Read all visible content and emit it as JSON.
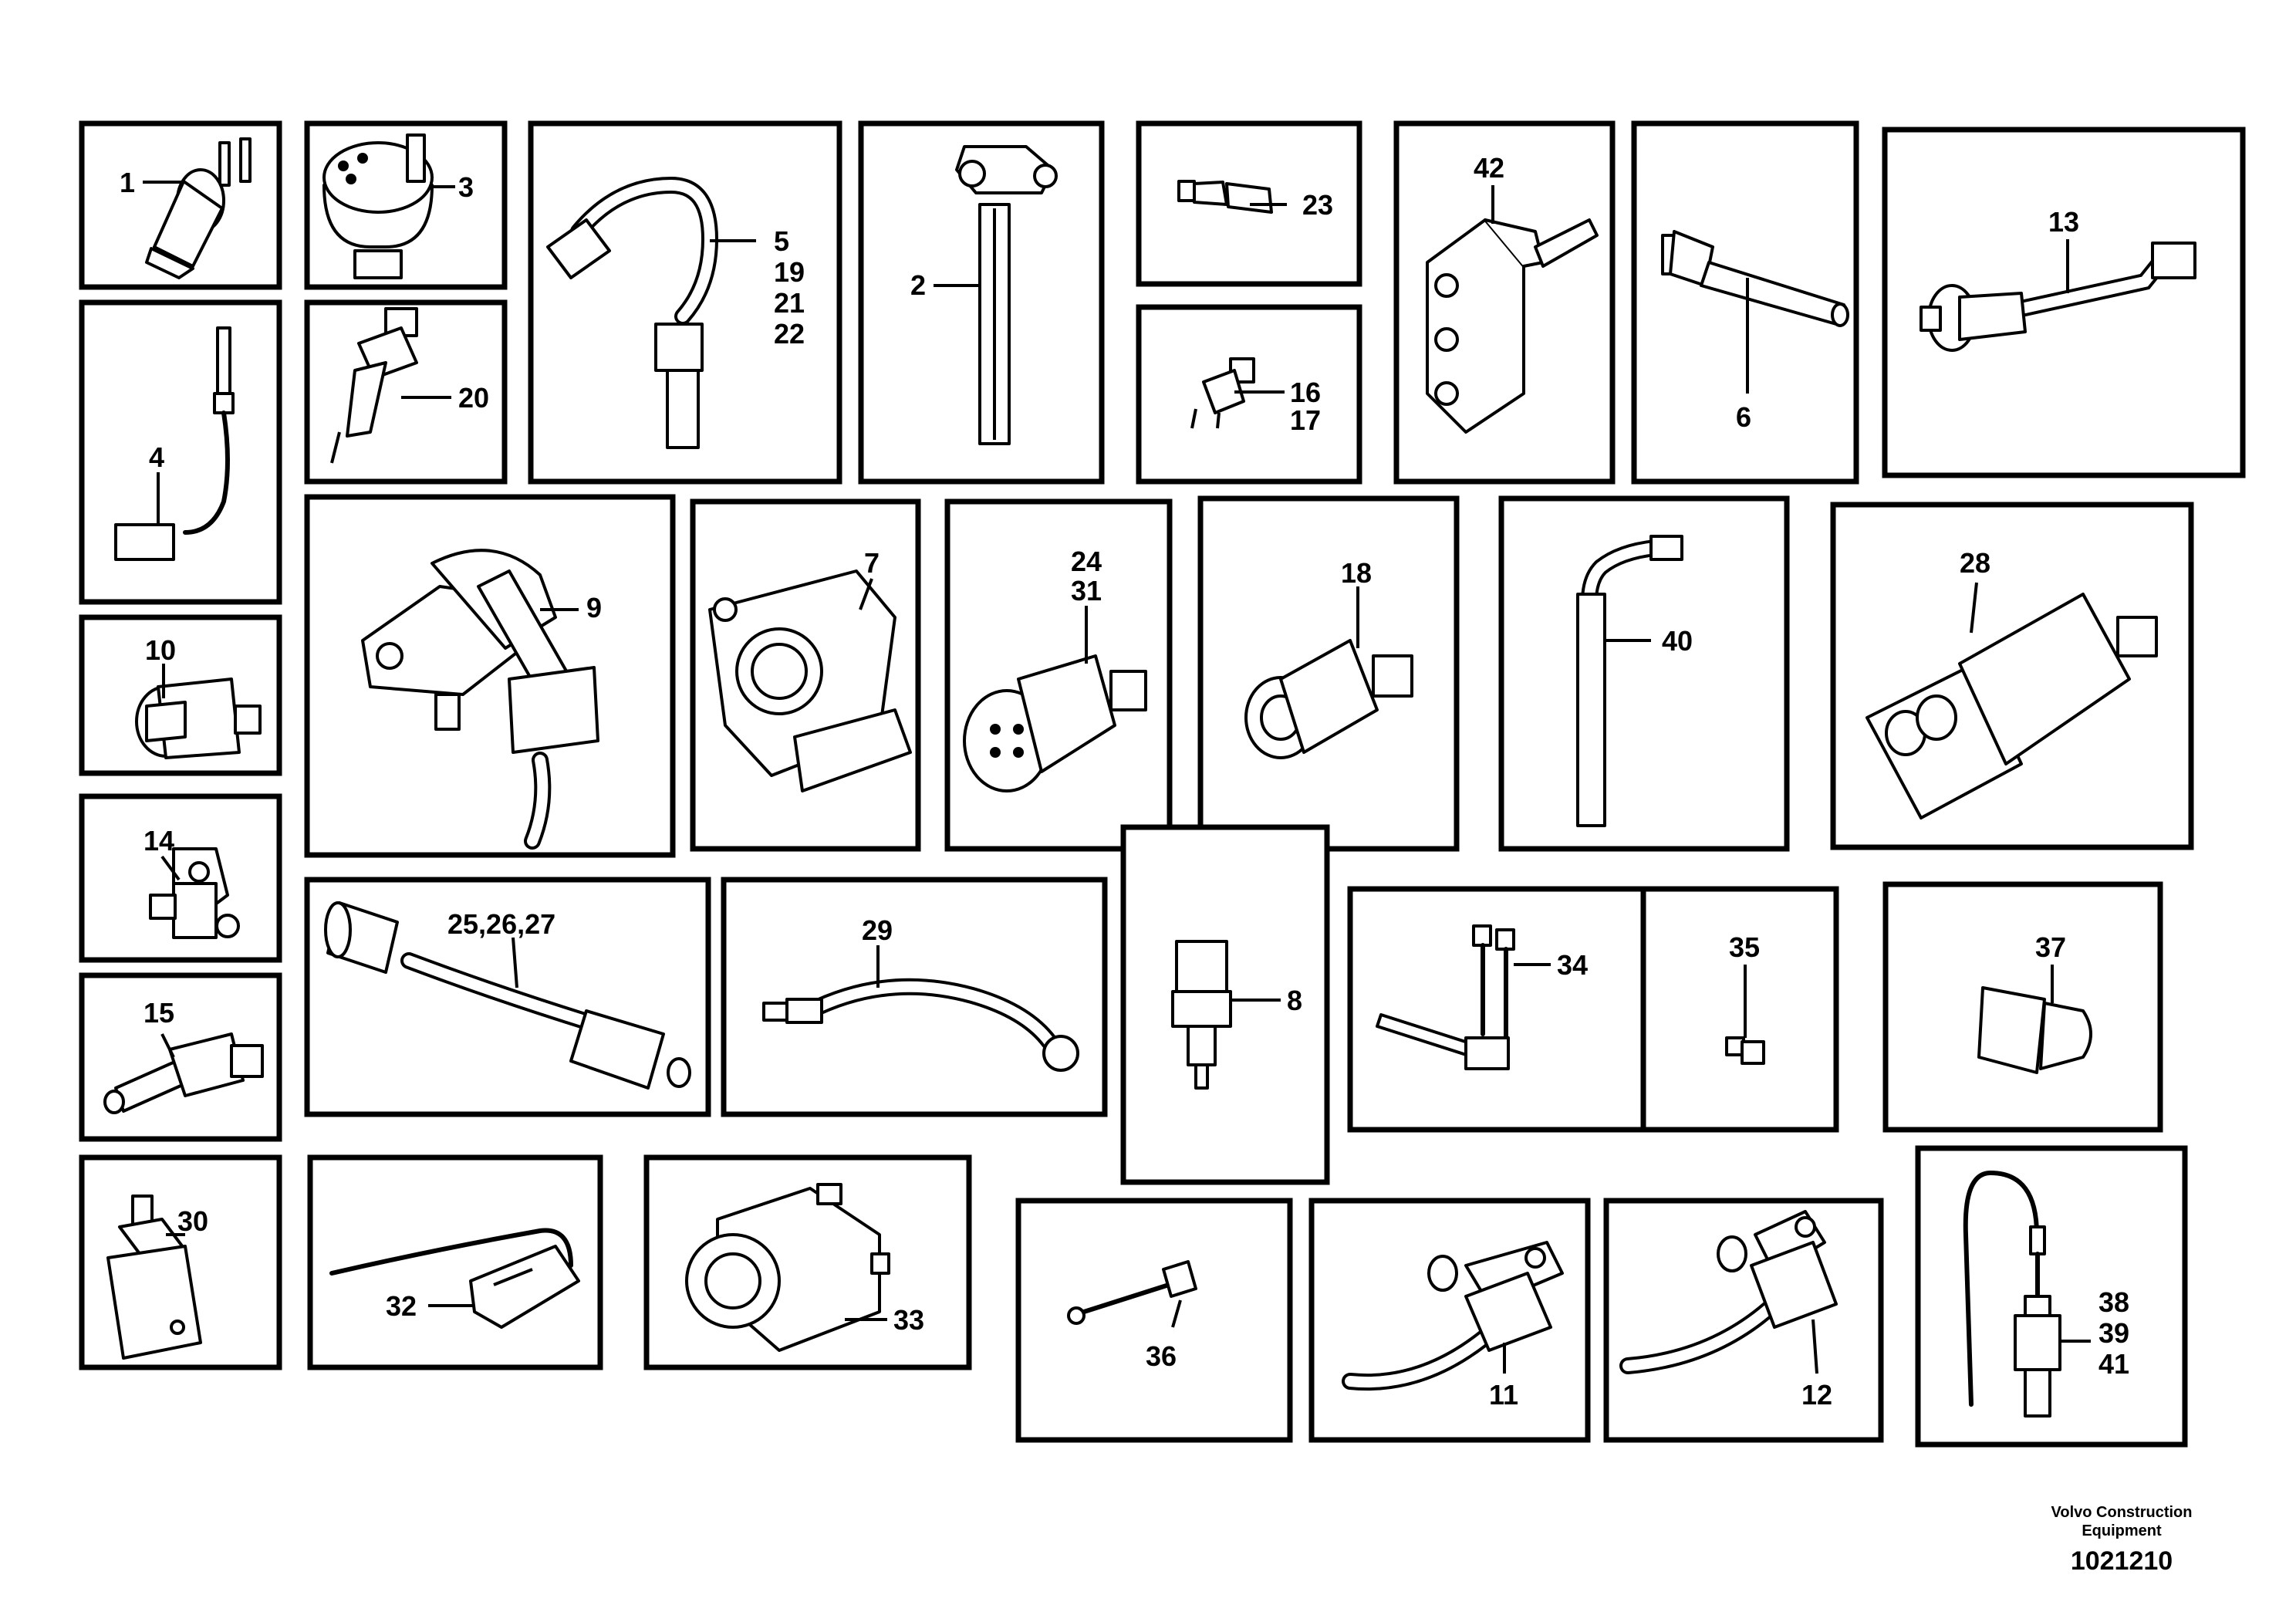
{
  "diagram": {
    "labels": {
      "p1": "1",
      "p3": "3",
      "p5": "5",
      "p19": "19",
      "p21": "21",
      "p22": "22",
      "p2": "2",
      "p23": "23",
      "p42": "42",
      "p13": "13",
      "p6": "6",
      "p4": "4",
      "p20": "20",
      "p16": "16",
      "p17": "17",
      "p10": "10",
      "p9": "9",
      "p7": "7",
      "p24": "24",
      "p31": "31",
      "p18": "18",
      "p40": "40",
      "p28": "28",
      "p14": "14",
      "p8": "8",
      "p25": "25,26,27",
      "p29": "29",
      "p34": "34",
      "p35": "35",
      "p37": "37",
      "p15": "15",
      "p30": "30",
      "p32": "32",
      "p33": "33",
      "p36": "36",
      "p11": "11",
      "p12": "12",
      "p38": "38",
      "p39": "39",
      "p41": "41"
    },
    "footer": {
      "brand_line1": "Volvo Construction",
      "brand_line2": "Equipment",
      "drawing_number": "1021210"
    }
  },
  "colors": {
    "ink": "#000000",
    "paper": "#ffffff"
  }
}
